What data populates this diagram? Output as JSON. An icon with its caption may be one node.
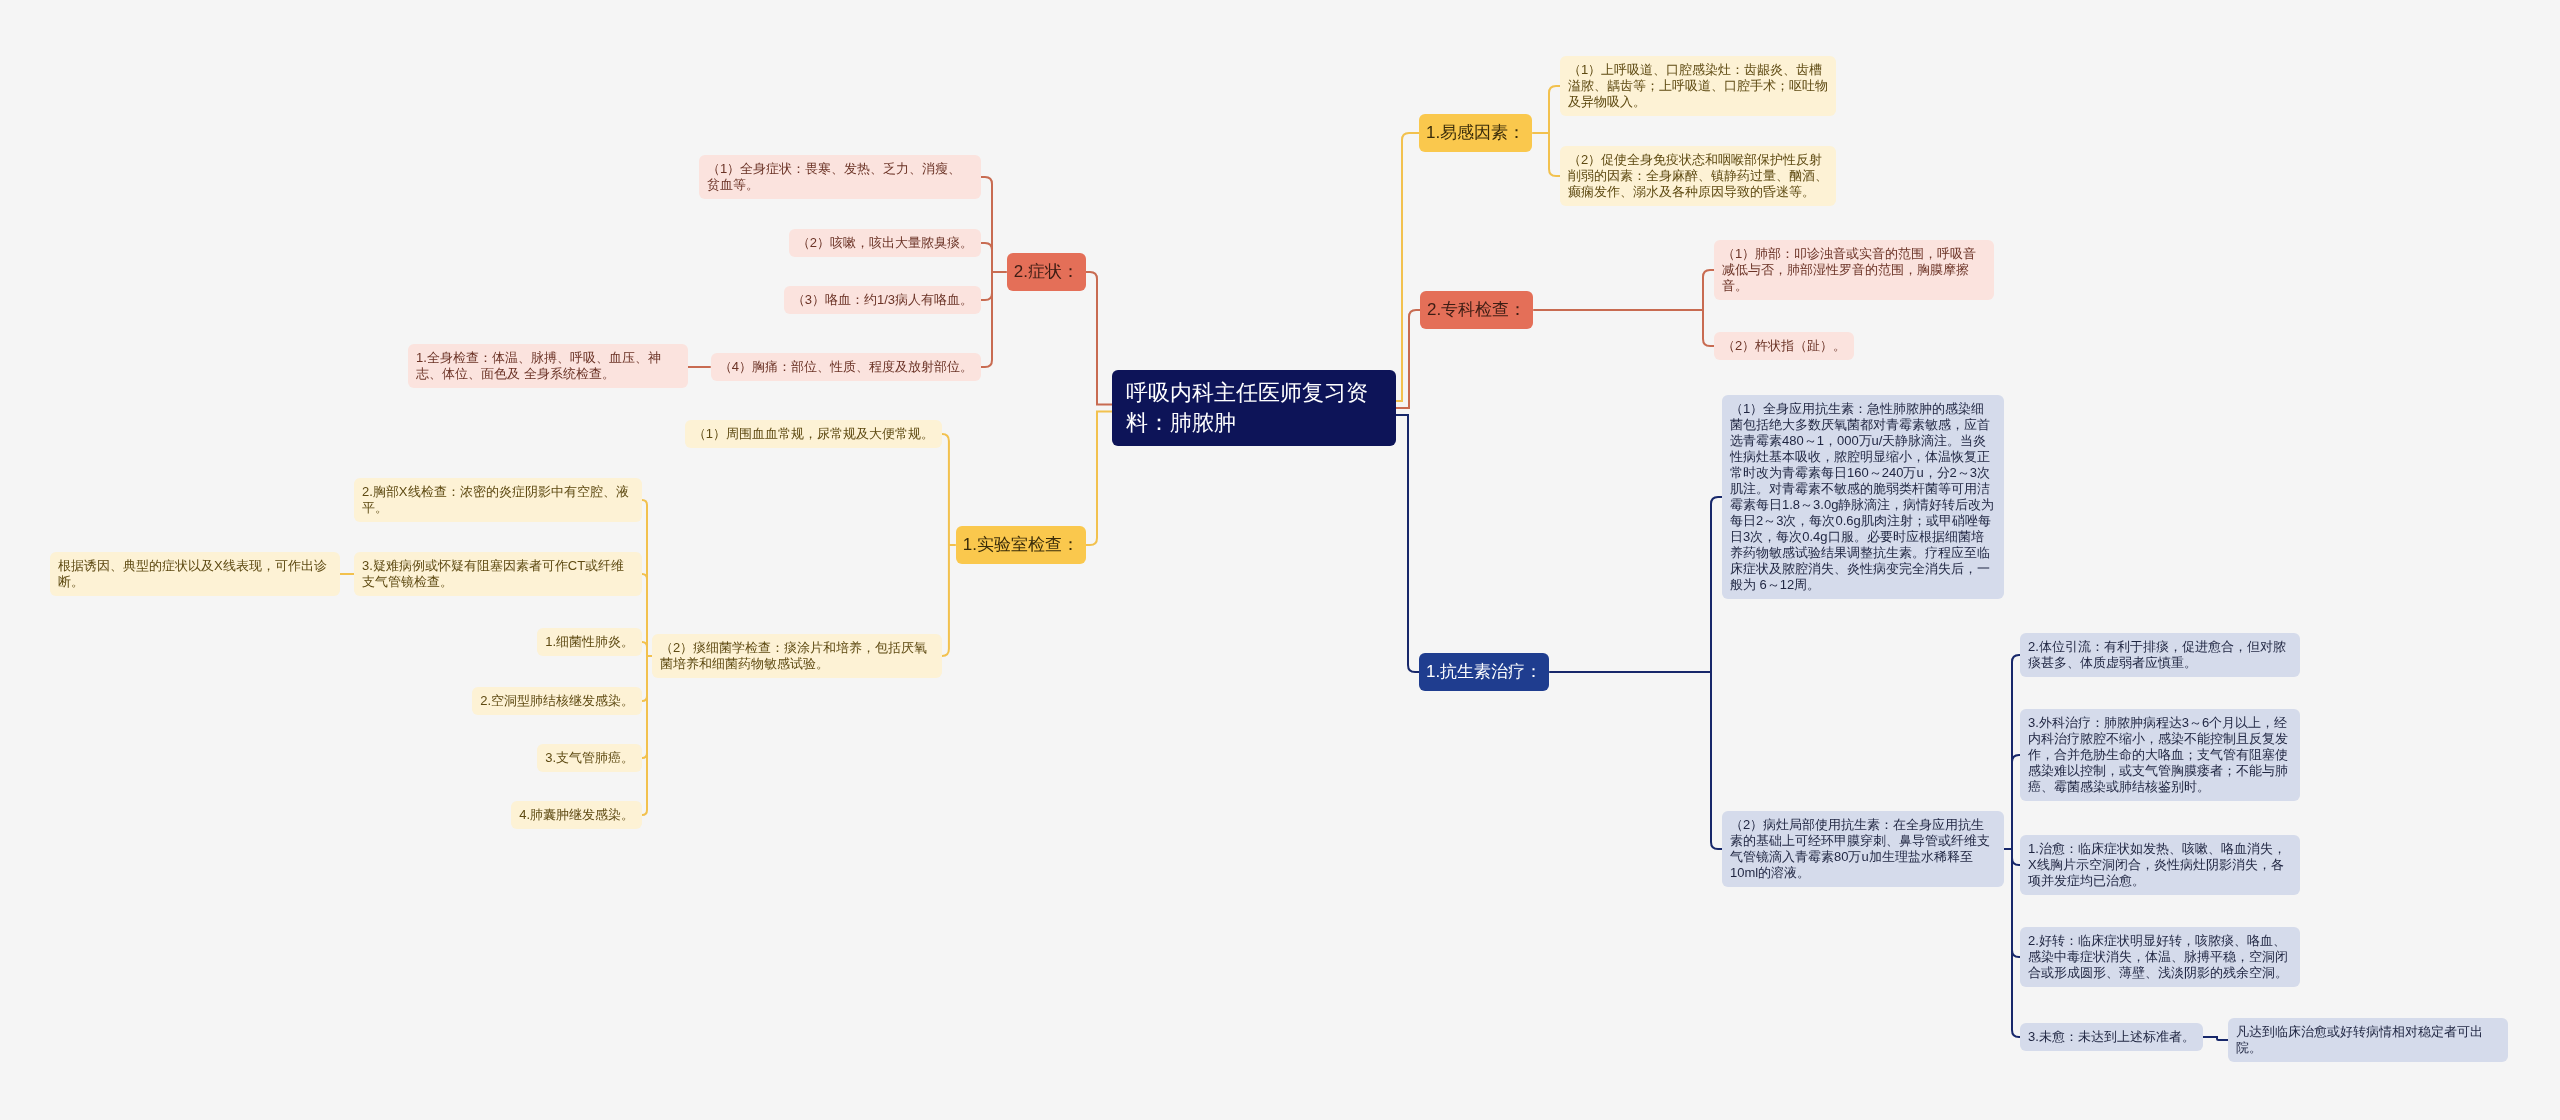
{
  "diagram": {
    "nodes": [
      {
        "text": [
          "呼吸内科主任医师复习资料：肺脓肿"
        ]
      },
      {
        "text": [
          "1.易感因素："
        ]
      },
      {
        "text": [
          "（1）上呼吸道、口腔感染灶：齿龈炎、齿槽溢脓、龋齿等；上呼吸道、口腔手术；呕吐物及异物吸入。"
        ]
      },
      {
        "text": [
          "（2）促使全身免疫状态和咽喉部保护性反射削弱的因素：全身麻醉、镇静药过量、酗酒、癫痫发作、溺水及各种原因导致的昏迷等。"
        ]
      },
      {
        "text": [
          "2.专科检查："
        ]
      },
      {
        "text": [
          "（1）肺部：叩诊浊音或实音的范围，呼吸音减低与否，肺部湿性罗音的范围，胸膜摩擦音。"
        ]
      },
      {
        "text": [
          "（2）杵状指（趾）。"
        ]
      },
      {
        "text": [
          "1.抗生素治疗："
        ]
      },
      {
        "text": [
          "（1）全身应用抗生素：急性肺脓肿的感染细菌包括绝大多数厌氧菌都对青霉素敏感，应首选青霉素480～1，000万u/天静脉滴注。当炎性病灶基本吸收，脓腔明显缩小，体温恢复正常时改为青霉素每日160～240万u，分2～3次肌注。对青霉素不敏感的脆弱类杆菌等可用洁霉素每日1.8～3.0g静脉滴注，病情好转后改为每日2～3次，每次0.6g肌肉注射；或甲硝唑每日3次，每次0.4g口服。必要时应根据细菌培养药物敏感试验结果调整抗生素。疗程应至临床症状及脓腔消失、炎性病变完全消失后，一般为 6～12周。"
        ]
      },
      {
        "text": [
          "（2）病灶局部使用抗生素：在全身应用抗生素的基础上可经环甲膜穿刺、鼻导管或纤维支气管镜滴入青霉素80万u加生理盐水稀释至10ml的溶液。"
        ]
      },
      {
        "text": [
          "2.体位引流：有利于排痰，促进愈合，但对脓痰甚多、体质虚弱者应慎重。"
        ]
      },
      {
        "text": [
          "3.外科治疗：肺脓肿病程达3～6个月以上，经内科治疗脓腔不缩小，感染不能控制且反复发作，合并危胁生命的大咯血；支气管有阻塞使感染难以控制，或支气管胸膜瘘者；不能与肺癌、霉菌感染或肺结核鉴别时。"
        ]
      },
      {
        "text": [
          "1.治愈：临床症状如发热、咳嗽、咯血消失，X线胸片示空洞闭合，炎性病灶阴影消失，各项并发症均已治愈。"
        ]
      },
      {
        "text": [
          "2.好转：临床症状明显好转，咳脓痰、咯血、感染中毒症状消失，体温、脉搏平稳，空洞闭合或形成圆形、薄壁、浅淡阴影的残余空洞。"
        ]
      },
      {
        "text": [
          "3.未愈：未达到上述标准者。"
        ]
      },
      {
        "text": [
          "凡达到临床治愈或好转病情相对稳定者可出院。"
        ]
      },
      {
        "text": [
          "2.症状："
        ]
      },
      {
        "text": [
          "（1）全身症状：畏寒、发热、乏力、消瘦、贫血等。"
        ]
      },
      {
        "text": [
          "（2）咳嗽，咳出大量脓臭痰。"
        ]
      },
      {
        "text": [
          "（3）咯血：约1/3病人有咯血。"
        ]
      },
      {
        "text": [
          "（4）胸痛：部位、性质、程度及放射部位。"
        ]
      },
      {
        "text": [
          "1.全身检查：体温、脉搏、呼吸、血压、神志、体位、面色及 全身系统检查。"
        ]
      },
      {
        "text": [
          "1.实验室检查："
        ]
      },
      {
        "text": [
          "（1）周围血血常规，尿常规及大便常规。"
        ]
      },
      {
        "text": [
          "（2）痰细菌学检查：痰涂片和培养，包括厌氧菌培养和细菌药物敏感试验。"
        ]
      },
      {
        "text": [
          "2.胸部X线检查：浓密的炎症阴影中有空腔、液平。"
        ]
      },
      {
        "text": [
          "3.疑难病例或怀疑有阻塞因素者可作CT或纤维支气管镜检查。"
        ]
      },
      {
        "text": [
          "根据诱因、典型的症状以及X线表现，可作出诊断。"
        ]
      },
      {
        "text": [
          "1.细菌性肺炎。"
        ]
      },
      {
        "text": [
          "2.空洞型肺结核继发感染。"
        ]
      },
      {
        "text": [
          "3.支气管肺癌。"
        ]
      },
      {
        "text": [
          "4.肺囊肿继发感染。"
        ]
      }
    ],
    "edges": [
      {
        "from": 0,
        "to": 1,
        "arrow": "none"
      },
      {
        "from": 1,
        "to": 2,
        "arrow": "none"
      },
      {
        "from": 1,
        "to": 3,
        "arrow": "none"
      },
      {
        "from": 0,
        "to": 4,
        "arrow": "none",
        "color": "#c86b51"
      },
      {
        "from": 4,
        "to": 5,
        "arrow": "none",
        "color": "#c86b51"
      },
      {
        "from": 4,
        "to": 6,
        "arrow": "none",
        "color": "#c86b51"
      },
      {
        "from": 0,
        "to": 7,
        "arrow": "none",
        "color": "#17276a"
      },
      {
        "from": 7,
        "to": 8,
        "arrow": "none",
        "color": "#17276a"
      },
      {
        "from": 7,
        "to": 9,
        "arrow": "none",
        "color": "#17276a"
      },
      {
        "from": 9,
        "to": 10,
        "arrow": "none",
        "color": "#17276a"
      },
      {
        "from": 9,
        "to": 11,
        "arrow": "none",
        "color": "#17276a"
      },
      {
        "from": 9,
        "to": 12,
        "arrow": "none",
        "color": "#17276a"
      },
      {
        "from": 9,
        "to": 13,
        "arrow": "none",
        "color": "#17276a"
      },
      {
        "from": 9,
        "to": 14,
        "arrow": "none",
        "color": "#17276a"
      },
      {
        "from": 14,
        "to": 15,
        "arrow": "none",
        "color": "#17276a"
      },
      {
        "from": 0,
        "to": 16,
        "arrow": "none",
        "color": "#c86b51"
      },
      {
        "from": 16,
        "to": 17,
        "arrow": "none",
        "color": "#c86b51"
      },
      {
        "from": 16,
        "to": 18,
        "arrow": "none",
        "color": "#c86b51"
      },
      {
        "from": 16,
        "to": 19,
        "arrow": "none",
        "color": "#c86b51"
      },
      {
        "from": 16,
        "to": 20,
        "arrow": "none",
        "color": "#c86b51"
      },
      {
        "from": 20,
        "to": 21,
        "arrow": "none",
        "color": "#c86b51"
      },
      {
        "from": 0,
        "to": 22,
        "arrow": "none"
      },
      {
        "from": 22,
        "to": 23,
        "arrow": "none"
      },
      {
        "from": 22,
        "to": 24,
        "arrow": "none"
      },
      {
        "from": 24,
        "to": 25,
        "arrow": "none"
      },
      {
        "from": 24,
        "to": 26,
        "arrow": "none"
      },
      {
        "from": 26,
        "to": 27,
        "arrow": "none"
      },
      {
        "from": 24,
        "to": 28,
        "arrow": "none"
      },
      {
        "from": 24,
        "to": 29,
        "arrow": "none"
      },
      {
        "from": 24,
        "to": 30,
        "arrow": "none"
      },
      {
        "from": 24,
        "to": 31,
        "arrow": "none"
      }
    ]
  }
}
